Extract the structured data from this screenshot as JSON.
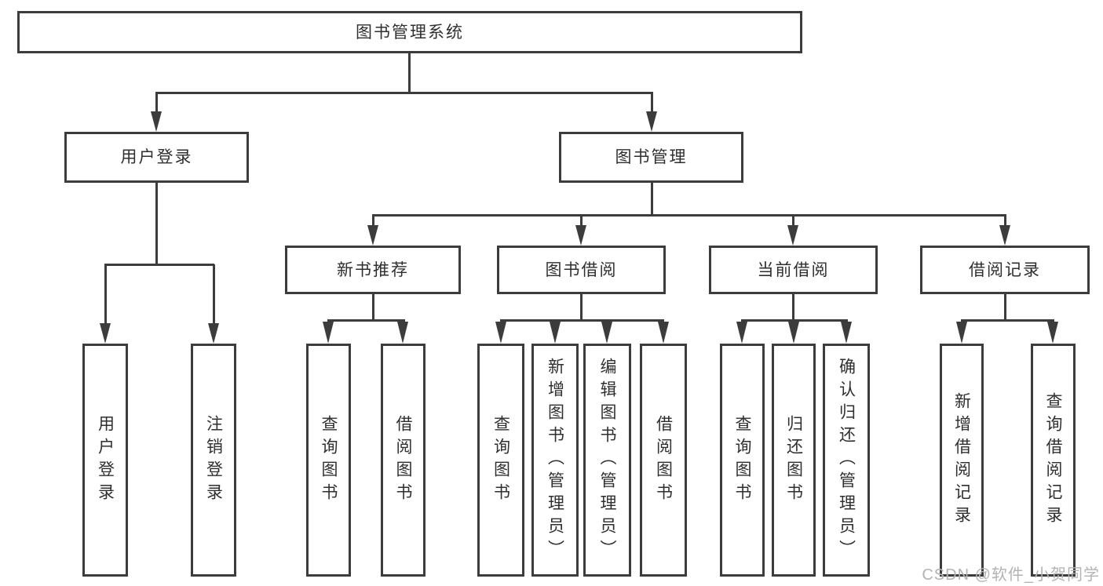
{
  "diagram": {
    "root": {
      "label": "图书管理系统",
      "children": [
        {
          "label": "用户登录",
          "children": [
            {
              "label": "用户登录"
            },
            {
              "label": "注销登录"
            }
          ]
        },
        {
          "label": "图书管理",
          "children": [
            {
              "label": "新书推荐",
              "children": [
                {
                  "label": "查询图书"
                },
                {
                  "label": "借阅图书"
                }
              ]
            },
            {
              "label": "图书借阅",
              "children": [
                {
                  "label": "查询图书"
                },
                {
                  "label": "新增图书（管理员）"
                },
                {
                  "label": "编辑图书（管理员）"
                },
                {
                  "label": "借阅图书"
                }
              ]
            },
            {
              "label": "当前借阅",
              "children": [
                {
                  "label": "查询图书"
                },
                {
                  "label": "归还图书"
                },
                {
                  "label": "确认归还（管理员）"
                }
              ]
            },
            {
              "label": "借阅记录",
              "children": [
                {
                  "label": "新增借阅记录"
                },
                {
                  "label": "查询借阅记录"
                }
              ]
            }
          ]
        }
      ]
    }
  },
  "watermark": {
    "text": "CSDN @软件_小贺同学"
  },
  "colors": {
    "line": "#3c3c3c",
    "text": "#2f2f2f",
    "watermark": "#b3b3b3",
    "background": "#ffffff"
  }
}
